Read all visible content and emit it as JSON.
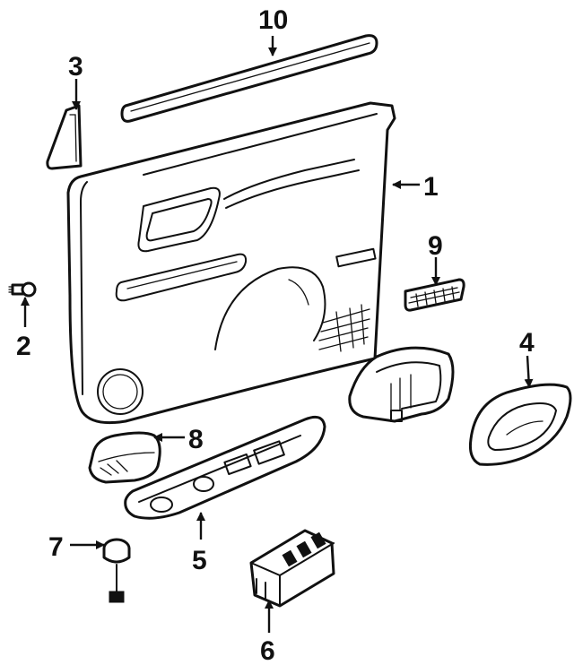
{
  "callouts": [
    {
      "id": "p1",
      "label": "1"
    },
    {
      "id": "p2",
      "label": "2"
    },
    {
      "id": "p3",
      "label": "3"
    },
    {
      "id": "p4",
      "label": "4"
    },
    {
      "id": "p5",
      "label": "5"
    },
    {
      "id": "p6",
      "label": "6"
    },
    {
      "id": "p7",
      "label": "7"
    },
    {
      "id": "p8",
      "label": "8"
    },
    {
      "id": "p9",
      "label": "9"
    },
    {
      "id": "p10",
      "label": "10"
    }
  ]
}
